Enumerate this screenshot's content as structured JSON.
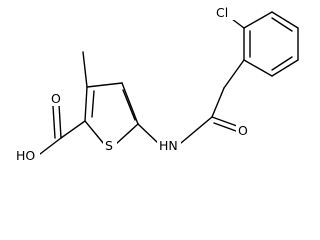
{
  "diagram": {
    "atom_labels": {
      "chlorine": "Cl",
      "hydroxyl": "HO",
      "carbonyl_oxygen_acid": "O",
      "sulfur": "S",
      "amide_nitrogen": "HN",
      "carbonyl_oxygen_amide": "O"
    },
    "colors": {
      "bond": "#000000",
      "label": "#000000",
      "background": "#ffffff"
    }
  }
}
